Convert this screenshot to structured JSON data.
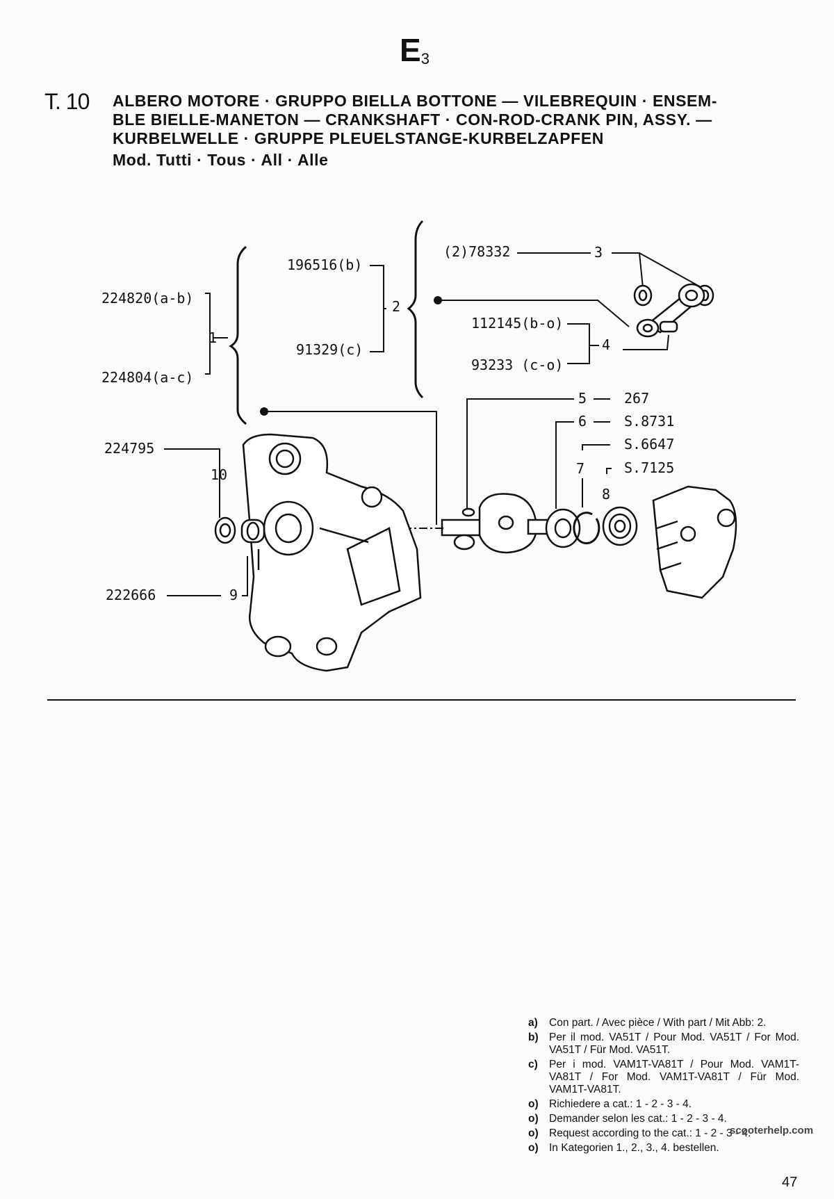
{
  "header": {
    "section_letter": "E",
    "section_sub": "3",
    "table_id": "T. 10",
    "title_lines": [
      "ALBERO MOTORE · GRUPPO BIELLA BOTTONE — VILEBREQUIN · ENSEM-",
      "BLE BIELLE-MANETON — CRANKSHAFT · CON-ROD-CRANK PIN, ASSY. —",
      "KURBELWELLE · GRUPPE PLEUELSTANGE-KURBELZAPFEN",
      "Mod. Tutti · Tous · All · Alle"
    ]
  },
  "diagram": {
    "labels": {
      "p224820": "224820(a-b)",
      "p224804": "224804(a-c)",
      "ref1": "1",
      "p196516": "196516(b)",
      "p91329": "91329(c)",
      "ref2": "2",
      "p78332": "(2)78332",
      "ref3": "3",
      "p112145": "112145(b-o)",
      "p93233": "93233 (c-o)",
      "ref4": "4",
      "ref5": "5",
      "p267": "267",
      "ref6": "6",
      "s8731": "S.8731",
      "s6647": "S.6647",
      "ref7": "7",
      "s7125": "S.7125",
      "ref8": "8",
      "p224795": "224795",
      "ref10": "10",
      "p222666": "222666",
      "ref9": "9"
    }
  },
  "notes": [
    {
      "key": "a)",
      "text": "Con part. / Avec pièce / With part / Mit Abb: 2."
    },
    {
      "key": "b)",
      "text": "Per il mod. VA51T / Pour Mod. VA51T / For Mod. VA51T / Für Mod. VA51T."
    },
    {
      "key": "c)",
      "text": "Per i mod. VAM1T-VA81T / Pour Mod. VAM1T-VA81T / For Mod. VAM1T-VA81T / Für Mod. VAM1T-VA81T."
    },
    {
      "key": "o)",
      "text": "Richiedere a cat.: 1 - 2 - 3 - 4."
    },
    {
      "key": "o)",
      "text": "Demander selon les cat.: 1 - 2 - 3 - 4."
    },
    {
      "key": "o)",
      "text": "Request according to the cat.: 1 - 2 - 3 - 4."
    },
    {
      "key": "o)",
      "text": "In Kategorien 1., 2., 3., 4. bestellen."
    }
  ],
  "footer": {
    "page_number": "47",
    "watermark": "scooterhelp.com"
  }
}
